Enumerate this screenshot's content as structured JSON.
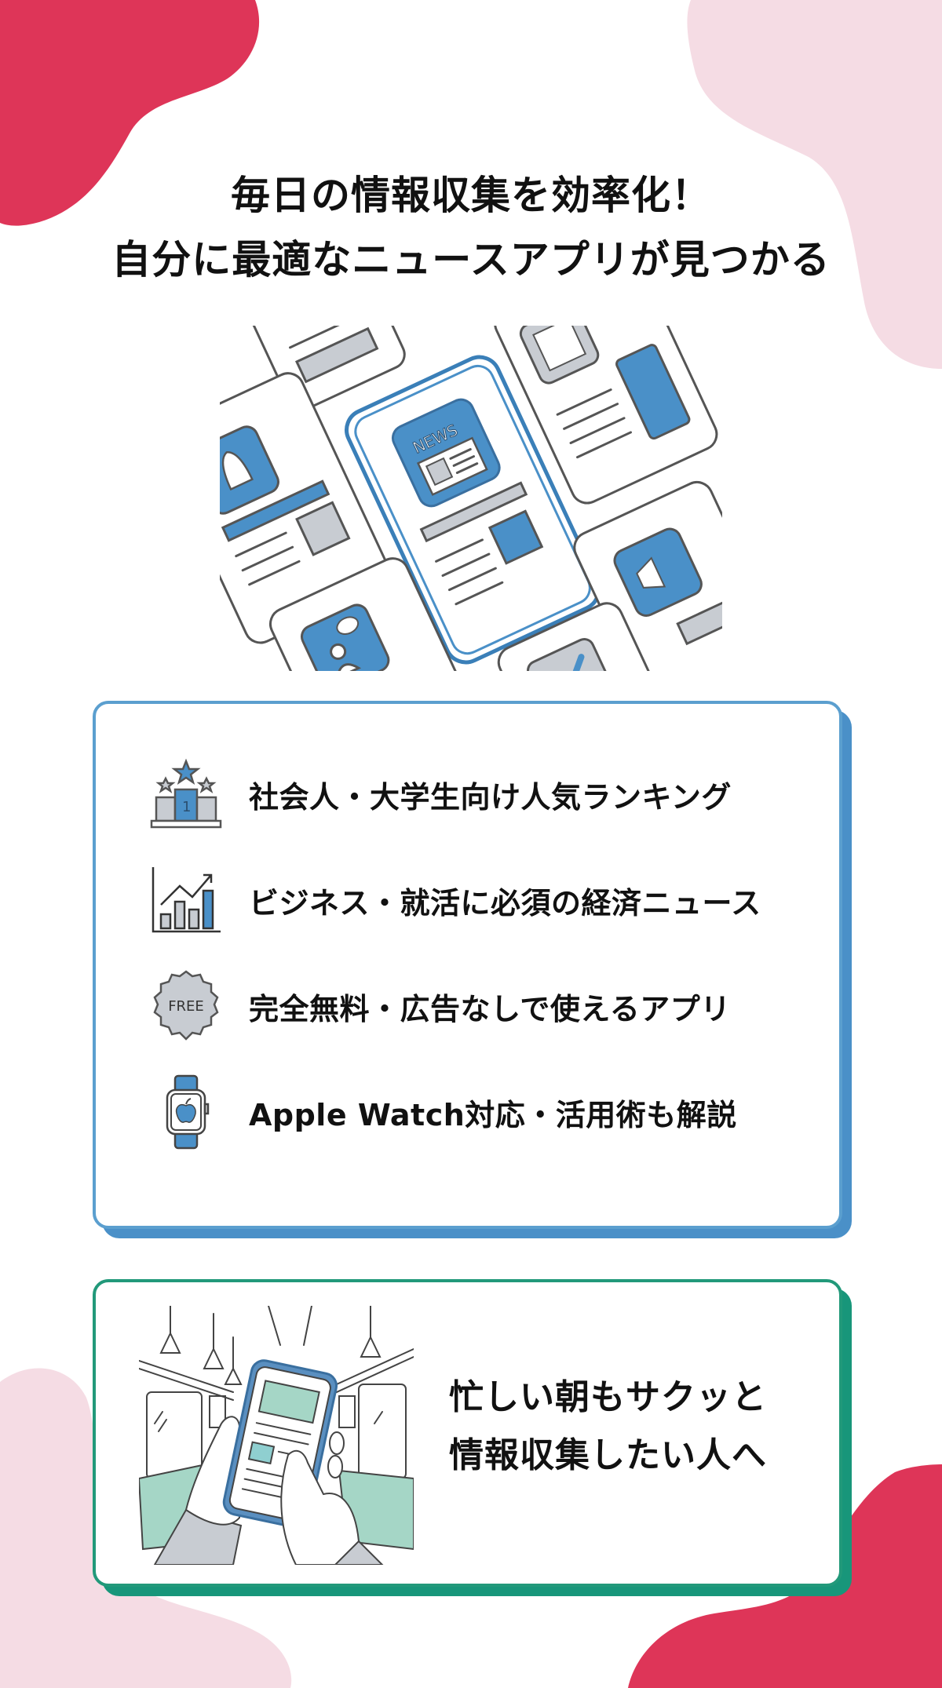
{
  "header": {
    "title_line1": "毎日の情報収集を効率化！",
    "title_line2": "自分に最適なニュースアプリが見つかる"
  },
  "hero": {
    "illustration": "news-apps-smartphones-icon",
    "center_phone_label": "NEWS"
  },
  "features": {
    "items": [
      {
        "icon": "podium-ranking-icon",
        "label": "社会人・大学生向け人気ランキング"
      },
      {
        "icon": "growth-chart-icon",
        "label": "ビジネス・就活に必須の経済ニュース"
      },
      {
        "icon": "free-badge-icon",
        "badge_text": "FREE",
        "label": "完全無料・広告なしで使えるアプリ"
      },
      {
        "icon": "apple-watch-icon",
        "label": "Apple Watch対応・活用術も解説"
      }
    ]
  },
  "target": {
    "illustration": "train-commute-phone-icon",
    "line1": "忙しい朝もサクッと",
    "line2": "情報収集したい人へ"
  },
  "colors": {
    "accent_red": "#de3558",
    "accent_pink": "#f5dce4",
    "feature_border": "#4a90c8",
    "target_border": "#18967a",
    "icon_blue": "#4a90c8",
    "icon_gray": "#c8ccd2",
    "mint": "#a5d6c6"
  }
}
